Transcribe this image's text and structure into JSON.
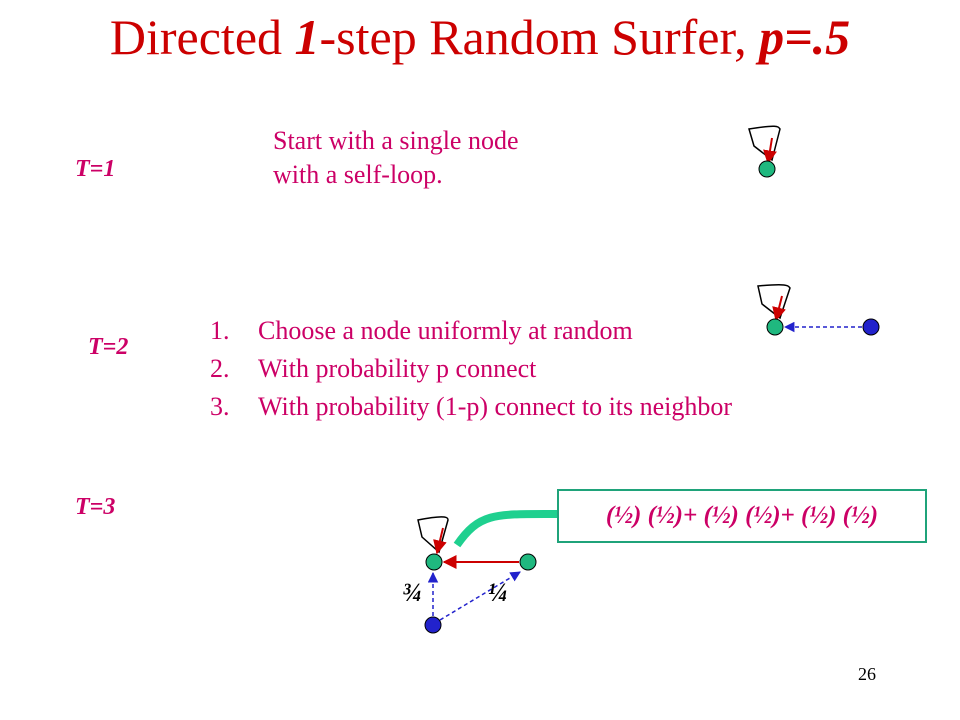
{
  "title": {
    "prefix": "Directed ",
    "emph1": "1",
    "mid": "-step Random Surfer, ",
    "emph2": "p=.5"
  },
  "rows": {
    "t1": {
      "label": "T=1",
      "line1": "Start with a single node",
      "line2": "with a self-loop."
    },
    "t2": {
      "label": "T=2",
      "steps": [
        {
          "num": "1.",
          "text": "Choose a node uniformly at random"
        },
        {
          "num": "2.",
          "text": "With probability p connect"
        },
        {
          "num": "3.",
          "text": "With probability (1-p) connect to its neighbor"
        }
      ]
    },
    "t3": {
      "label": "T=3",
      "formula": "(½) (½)+ (½) (½)+ (½) (½)",
      "frac_left": "¾",
      "frac_right": "¼"
    }
  },
  "colors": {
    "title": "#cc0000",
    "text": "#cc0066",
    "node_green": "#1fb87f",
    "node_blue": "#2222cc",
    "edge_red": "#cc0000",
    "edge_blue": "#2222cc",
    "callout": "#1fd08f"
  },
  "page_number": "26"
}
